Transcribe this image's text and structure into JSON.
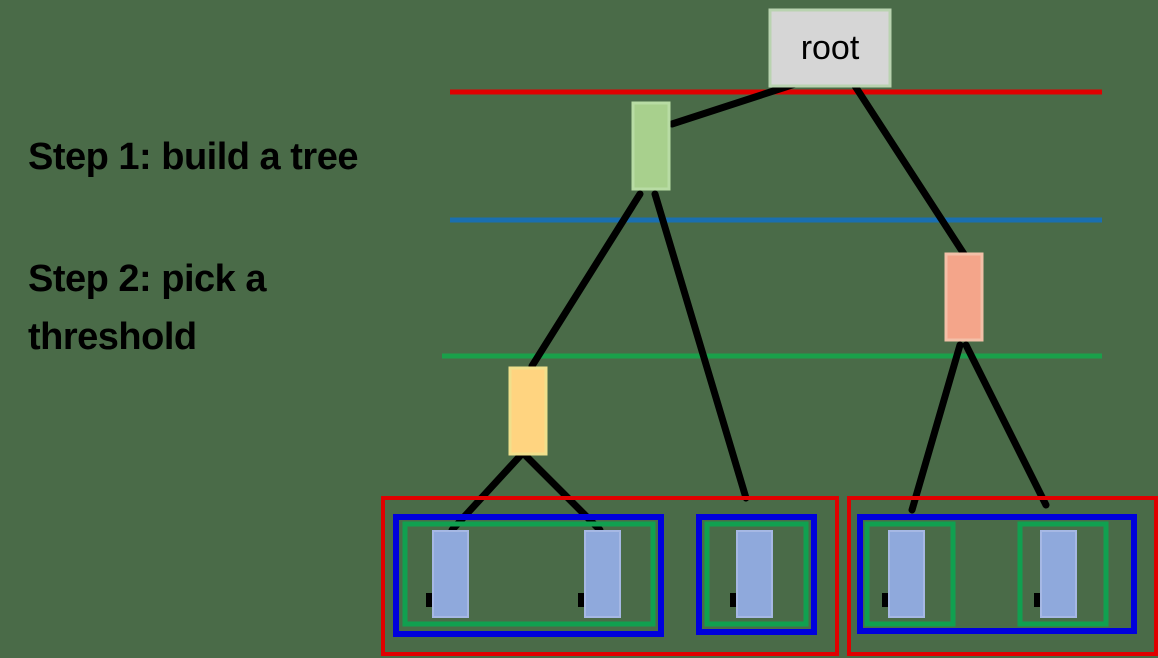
{
  "labels": {
    "step1": "Step 1: build a tree",
    "step2": "Step 2: pick a threshold"
  },
  "tree": {
    "root_label": "root"
  },
  "colors": {
    "background": "#4a6b48",
    "root_fill": "#d6d6d6",
    "node_green": "#a8d08d",
    "node_orange": "#ffd480",
    "node_salmon": "#f4a58a",
    "leaf_blue": "#8fa9dc",
    "threshold_red": "#e00000",
    "threshold_blue": "#1a6fb0",
    "threshold_green": "#1aa04a",
    "cluster_red": "#e00000",
    "cluster_blue": "#0000dd",
    "cluster_green": "#10a050"
  }
}
